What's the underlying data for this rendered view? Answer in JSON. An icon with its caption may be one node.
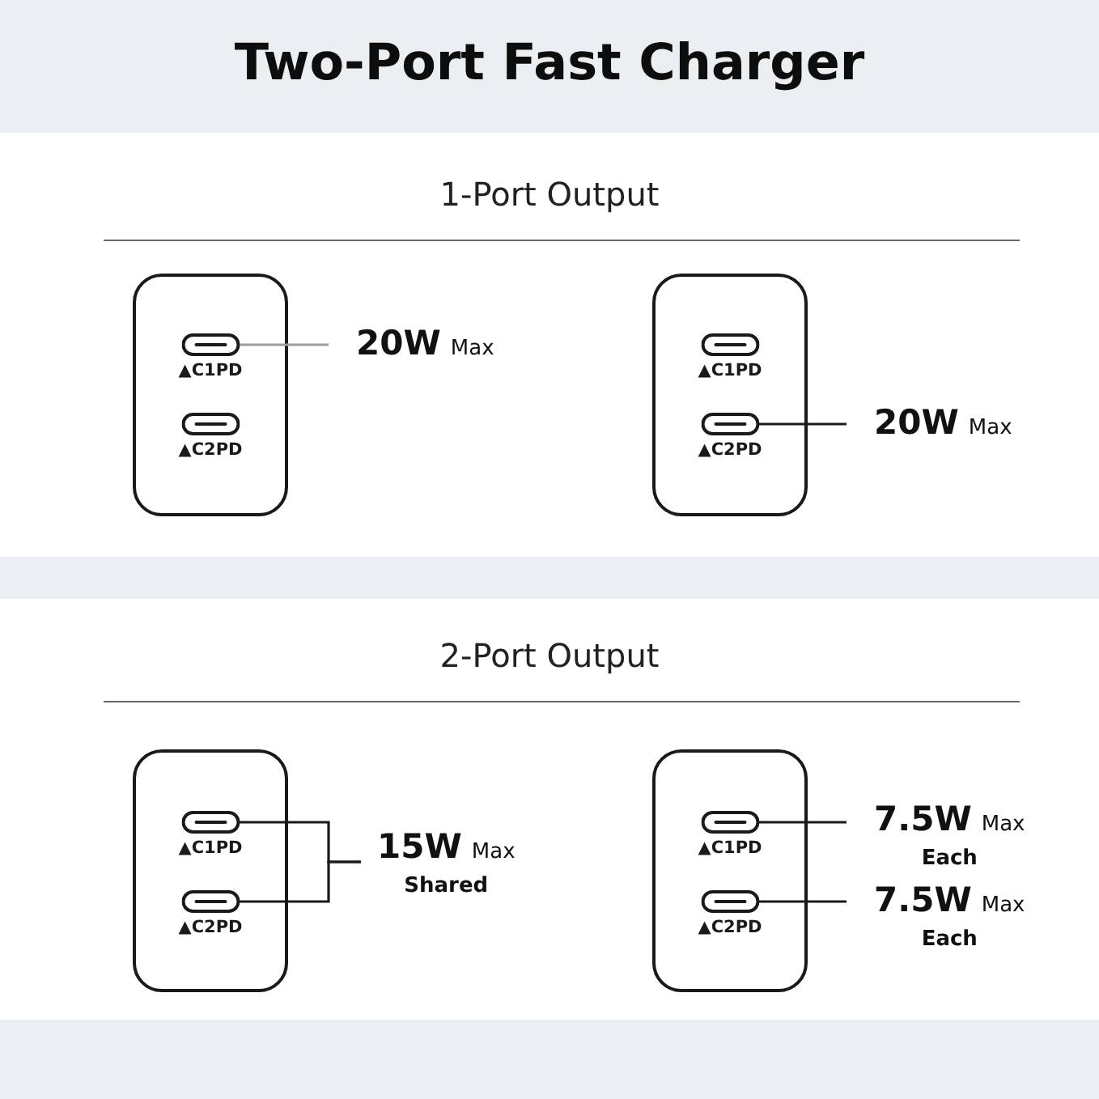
{
  "diagram": {
    "title": "Two-Port Fast Charger",
    "nodes": [
      {
        "text": [
          "1-Port Output"
        ]
      },
      {
        "text": [],
        "shape": "box",
        "in": 0
      },
      {
        "text": [],
        "shape": "slot",
        "in": 1,
        "beside": [
          "▲C1PD"
        ]
      },
      {
        "text": [],
        "shape": "slot",
        "in": 1,
        "beside": [
          "▲C2PD"
        ]
      },
      {
        "text": [
          "20W Max"
        ],
        "in": 0
      },
      {
        "text": [],
        "shape": "box",
        "in": 0
      },
      {
        "text": [],
        "shape": "slot",
        "in": 5,
        "beside": [
          "▲C1PD"
        ]
      },
      {
        "text": [],
        "shape": "slot",
        "in": 5,
        "beside": [
          "▲C2PD"
        ]
      },
      {
        "text": [
          "20W Max"
        ],
        "in": 0
      },
      {
        "text": [
          "2-Port Output"
        ]
      },
      {
        "text": [],
        "shape": "box",
        "in": 9
      },
      {
        "text": [],
        "shape": "slot",
        "in": 10,
        "beside": [
          "▲C1PD"
        ]
      },
      {
        "text": [],
        "shape": "slot",
        "in": 10,
        "beside": [
          "▲C2PD"
        ]
      },
      {
        "text": [
          "15W Max",
          "Shared"
        ],
        "in": 9
      },
      {
        "text": [],
        "shape": "box",
        "in": 9
      },
      {
        "text": [],
        "shape": "slot",
        "in": 14,
        "beside": [
          "▲C1PD"
        ]
      },
      {
        "text": [],
        "shape": "slot",
        "in": 14,
        "beside": [
          "▲C2PD"
        ]
      },
      {
        "text": [
          "7.5W Max",
          "Each"
        ],
        "in": 9
      },
      {
        "text": [
          "7.5W Max",
          "Each"
        ],
        "in": 9
      }
    ],
    "edges": [
      {
        "from": 4,
        "to": 2,
        "arrow": "none",
        "color": "#9e9e9e"
      },
      {
        "from": 8,
        "to": 7,
        "arrow": "none"
      },
      {
        "from": 13,
        "to": 11,
        "arrow": "none"
      },
      {
        "from": 13,
        "to": 12,
        "arrow": "none"
      },
      {
        "from": 17,
        "to": 15,
        "arrow": "none"
      },
      {
        "from": 18,
        "to": 16,
        "arrow": "none"
      }
    ]
  }
}
